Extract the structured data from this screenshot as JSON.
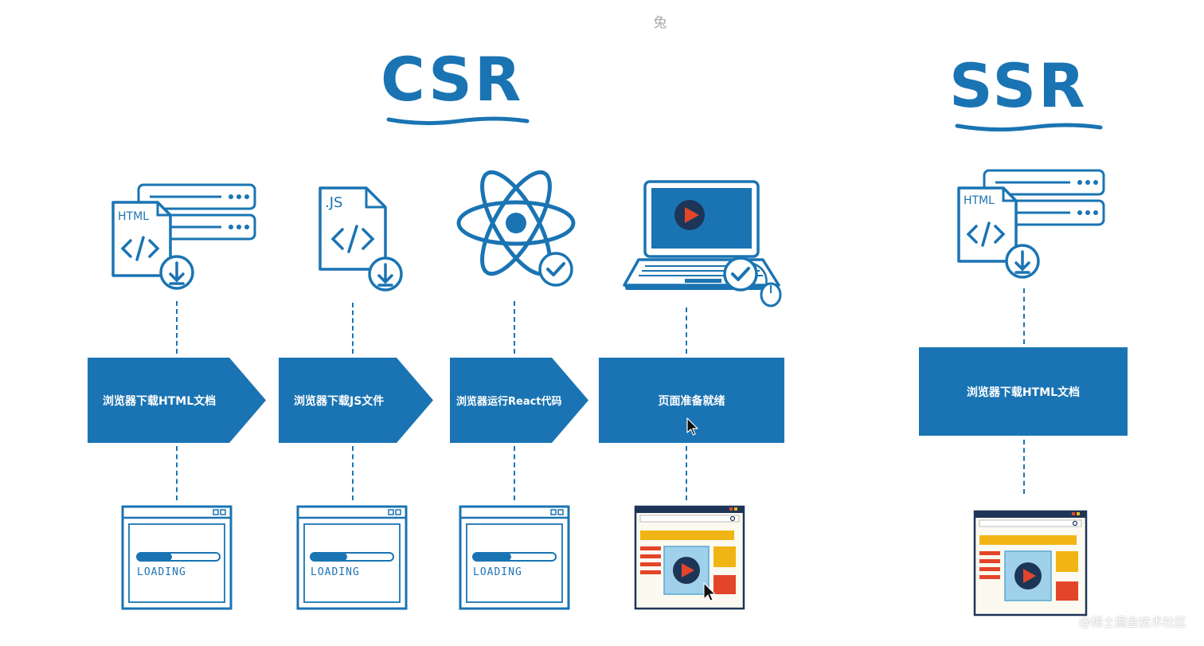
{
  "top_glyph": "兔",
  "colors": {
    "primary": "#1a74b3",
    "box_text": "#ffffff",
    "yellow": "#f0b514",
    "red": "#e3452a",
    "light_blue": "#9fd2ea",
    "dark_navy": "#1d3557"
  },
  "csr": {
    "title": "CSR",
    "steps": [
      {
        "label": "浏览器下载HTML文档",
        "file_label": "HTML",
        "icon": "html-download-icon",
        "screen": "loading"
      },
      {
        "label": "浏览器下载JS文件",
        "file_label": ".JS",
        "icon": "js-download-icon",
        "screen": "loading"
      },
      {
        "label": "浏览器运行React代码",
        "icon": "react-check-icon",
        "screen": "loading"
      },
      {
        "label": "页面准备就绪",
        "icon": "laptop-play-icon",
        "screen": "webpage"
      }
    ]
  },
  "ssr": {
    "title": "SSR",
    "steps": [
      {
        "label": "浏览器下载HTML文档",
        "file_label": "HTML",
        "icon": "html-download-icon",
        "screen": "webpage"
      }
    ]
  },
  "loading_text": "LOADING",
  "watermark": "@稀土掘金技术社区"
}
